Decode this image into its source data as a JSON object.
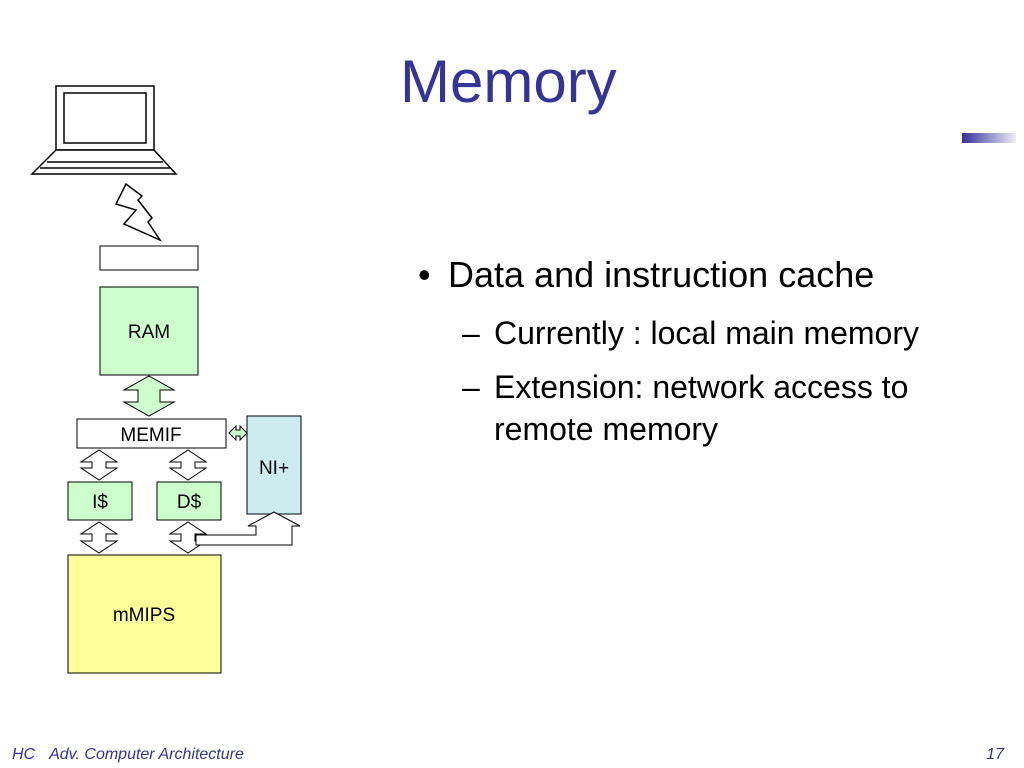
{
  "slide": {
    "title": "Memory",
    "bullets": [
      {
        "text": "Data and instruction cache",
        "sub": [
          {
            "text": "Currently : local main memory"
          },
          {
            "text": "Extension: network access to remote memory"
          }
        ]
      }
    ],
    "footer": {
      "course_code": "HC",
      "course_name": "Adv. Computer Architecture",
      "page_number": "17"
    }
  },
  "diagram": {
    "blocks": {
      "ram": "RAM",
      "memif": "MEMIF",
      "ni": "NI+",
      "icache": "I$",
      "dcache": "D$",
      "processor": "mMIPS"
    },
    "colors": {
      "accent": "#333399",
      "green_block": "#ccffcc",
      "blue_block": "#ccecf0",
      "yellow_block": "#ffff99",
      "outline": "#000000"
    },
    "icons": [
      "laptop-icon",
      "lightning-icon"
    ]
  }
}
